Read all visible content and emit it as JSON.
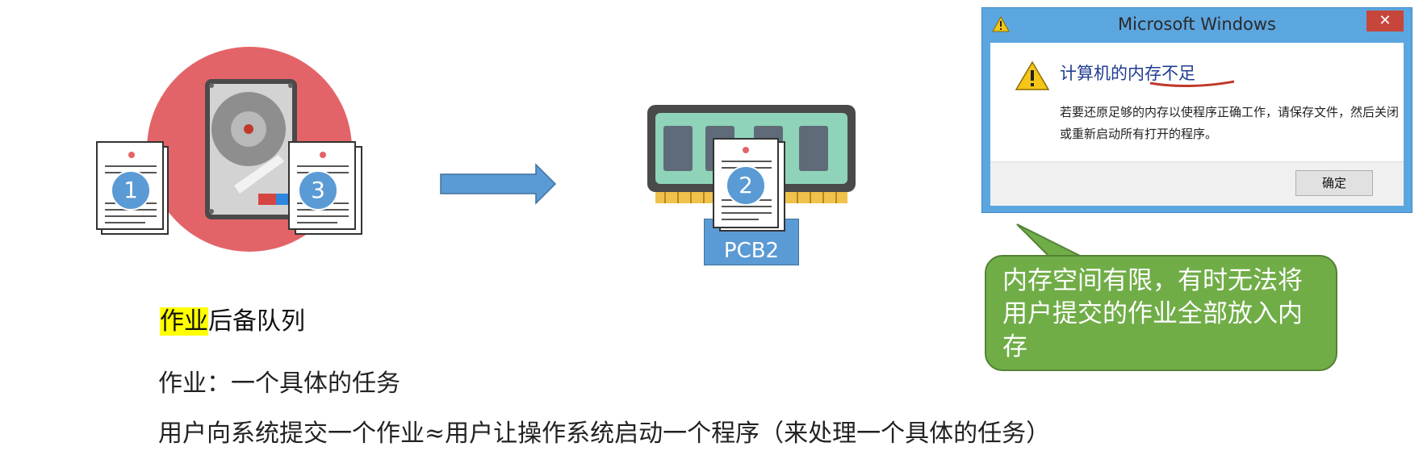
{
  "dialog": {
    "title": "Microsoft Windows",
    "close_glyph": "✕",
    "heading": "计算机的内存不足",
    "message": "若要还原足够的内存以使程序正确工作，请保存文件，然后关闭或重新启动所有打开的程序。",
    "ok_label": "确定",
    "title_icon": "warning-icon",
    "body_icon": "warning-icon"
  },
  "callout": {
    "text": "内存空间有限，有时无法将用户提交的作业全部放入内存"
  },
  "illustration": {
    "job1_number": "1",
    "job2_number": "2",
    "job3_number": "3",
    "pcb_label": "PCB2",
    "disk_icon": "hard-disk-icon",
    "memory_icon": "memory-module-icon"
  },
  "text": {
    "queue_highlight": "作业",
    "queue_rest": "后备队列",
    "definition": "作业：一个具体的任务",
    "statement": "用户向系统提交一个作业≈用户让操作系统启动一个程序（来处理一个具体的任务）"
  },
  "colors": {
    "disk_circle": "#e36468",
    "arrow": "#5b9bd5",
    "pcb_box": "#5b9bd5",
    "callout": "#70ad47",
    "dialog_frame": "#5ca6e0",
    "highlight": "#ffff00"
  }
}
